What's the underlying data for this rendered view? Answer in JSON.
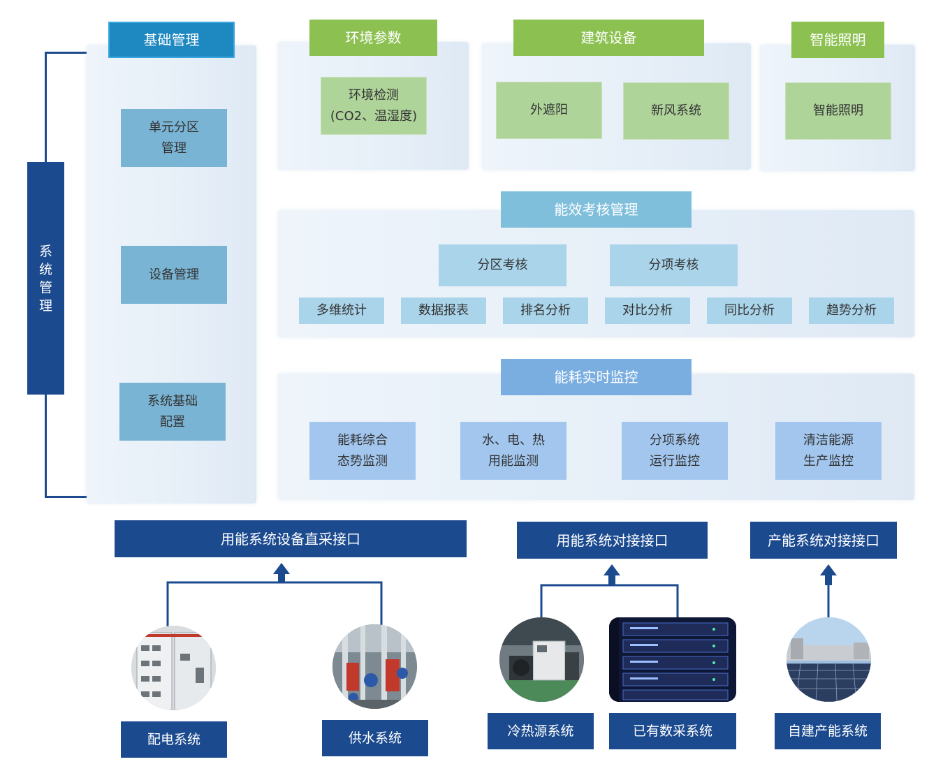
{
  "system": {
    "label": "系\n统\n管\n理"
  },
  "basic": {
    "title": "基础管理",
    "items": [
      "单元分区\n管理",
      "设备管理",
      "系统基础\n配置"
    ]
  },
  "env": {
    "title": "环境参数",
    "items": [
      "环境检测\n(CO2、温湿度)"
    ]
  },
  "building": {
    "title": "建筑设备",
    "items": [
      "外遮阳",
      "新风系统"
    ]
  },
  "lighting": {
    "title": "智能照明",
    "items": [
      "智能照明"
    ]
  },
  "efficiency": {
    "title": "能效考核管理",
    "sub": [
      "分区考核",
      "分项考核"
    ],
    "items": [
      "多维统计",
      "数据报表",
      "排名分析",
      "对比分析",
      "同比分析",
      "趋势分析"
    ]
  },
  "monitor": {
    "title": "能耗实时监控",
    "items": [
      "能耗综合\n态势监测",
      "水、电、热\n用能监测",
      "分项系统\n运行监控",
      "清洁能源\n生产监控"
    ]
  },
  "interfaces": [
    "用能系统设备直采接口",
    "用能系统对接接口",
    "产能系统对接接口"
  ],
  "sources": [
    "配电系统",
    "供水系统",
    "冷热源系统",
    "已有数采系统",
    "自建产能系统"
  ],
  "photos": [
    "switchgear-photo",
    "pump-room-photo",
    "chiller-photo",
    "server-rack-photo",
    "solar-panel-photo"
  ],
  "colors": {
    "navy": "#1b4a8f",
    "green": "#8cc152",
    "sky": "#7fbfdc",
    "steel": "#7aaee0"
  }
}
